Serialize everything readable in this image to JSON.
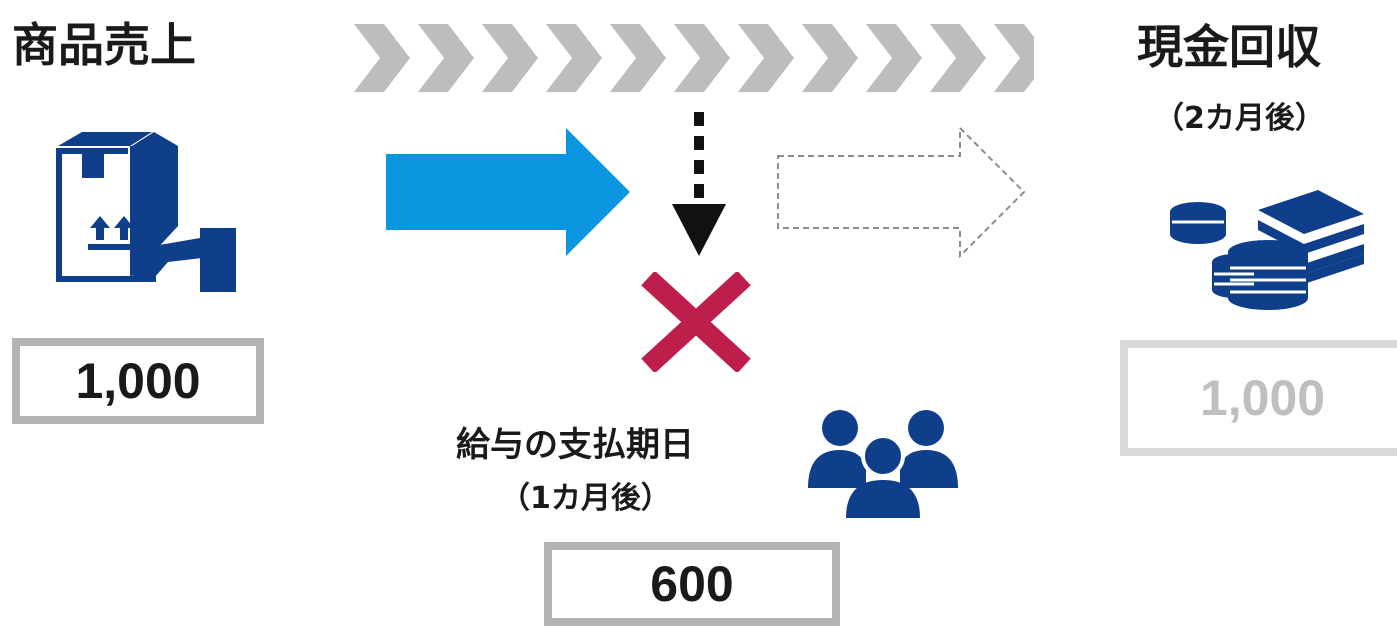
{
  "sale": {
    "title": "商品売上",
    "icon": "box-handover-icon",
    "amount": "1,000"
  },
  "collection": {
    "title": "現金回収",
    "subtitle": "（2カ月後）",
    "icon": "coins-banknotes-icon",
    "amount": "1,000"
  },
  "payroll": {
    "title": "給与の支払期日",
    "subtitle": "（1カ月後）",
    "icon": "people-group-icon",
    "amount": "600"
  },
  "markers": {
    "blocked": "cross-mark-icon"
  },
  "colors": {
    "icon_navy": "#0f3e8a",
    "arrow_blue": "#0a95dc",
    "cross_red": "#be1e4c",
    "chevron_gray": "#bdbdbd",
    "box_border": "#b3b3b3",
    "faded_border": "#d9d9d9"
  }
}
